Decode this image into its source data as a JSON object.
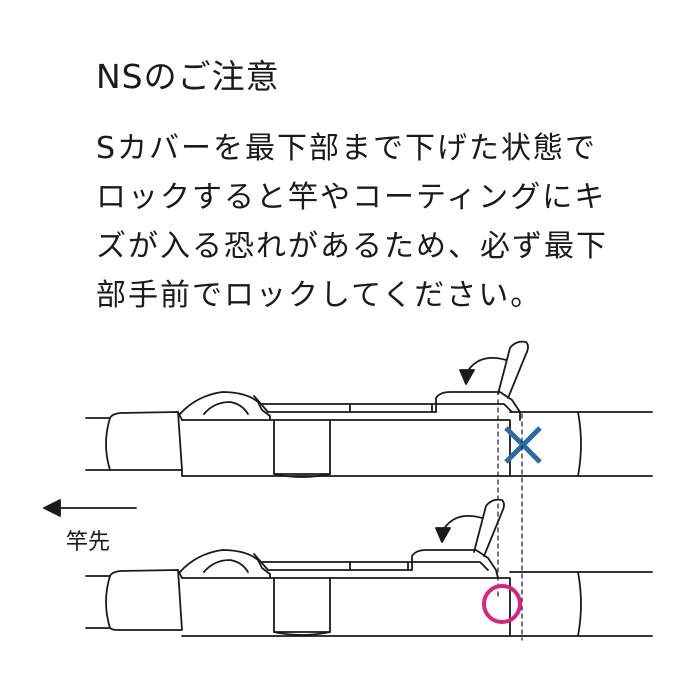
{
  "title": "NSのご注意",
  "body_lines": [
    "Sカバーを最下部まで下げた状態で",
    "ロックすると竿やコーティングにキ",
    "ズが入る恐れがあるため、必ず最下",
    "部手前でロックしてください。"
  ],
  "direction_label": "竿先",
  "colors": {
    "wrong_mark": "#2b6aa8",
    "correct_mark": "#d8247e",
    "line": "#1a1a1a"
  },
  "icons": {
    "wrong": "x-mark-icon",
    "correct": "circle-mark-icon",
    "direction": "arrow-left-icon",
    "motion": "curved-arrow-icon"
  }
}
